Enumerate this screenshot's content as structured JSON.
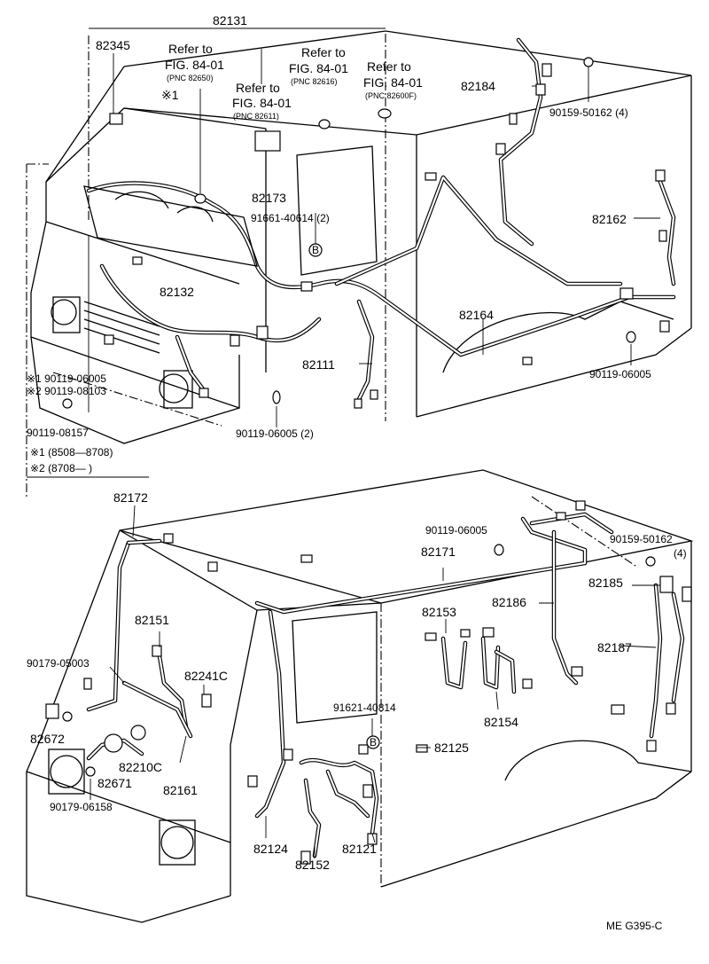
{
  "labels": {
    "p82131": "82131",
    "p82345": "82345",
    "ref1": "Refer to",
    "fig1": "FIG. 84-01",
    "pnc1": "(PNC 82650)",
    "ref2": "Refer to",
    "fig2": "FIG. 84-01",
    "pnc2": "(PNC 82616)",
    "ref3": "Refer to",
    "fig3": "FIG. 84-01",
    "pnc3": "(PNC 82611)",
    "ref4": "Refer to",
    "fig4": "FIG. 84-01",
    "pnc4": "(PNC 82600F)",
    "mark1": "※1",
    "p82184": "82184",
    "p90159a": "90159-50162 (4)",
    "p82173": "82173",
    "p91661": "91661-40614 (2)",
    "p82162": "82162",
    "p82132": "82132",
    "p82164": "82164",
    "p82111": "82111",
    "p90119d": "90119-06005",
    "p90119a": "※1 90119-06005",
    "p90119b": "※2 90119-08103",
    "p90119c": "90119-08157",
    "p90119e": "90119-06005 (2)",
    "note1": "※1 (8508—8708)",
    "note2": "※2 (8708—          )",
    "p82172": "82172",
    "p90119f": "90119-06005",
    "p82171": "82171",
    "p90159b": "90159-50162",
    "p90159b_qty": "(4)",
    "p82185": "82185",
    "p82151": "82151",
    "p82153": "82153",
    "p82186": "82186",
    "p82187": "82187",
    "p90179a": "90179-05003",
    "p82241c": "82241C",
    "p91621": "91621-40814",
    "p82154": "82154",
    "p82672": "82672",
    "p82210c": "82210C",
    "p82125": "82125",
    "p82671": "82671",
    "p82161": "82161",
    "p90179b": "90179-06158",
    "p82124": "82124",
    "p82121": "82121",
    "p82152": "82152",
    "circB": "B",
    "footer": "ME  G395-C"
  },
  "icons": [
    "clip-icon",
    "bolt-icon",
    "connector-icon",
    "bracket-icon"
  ]
}
